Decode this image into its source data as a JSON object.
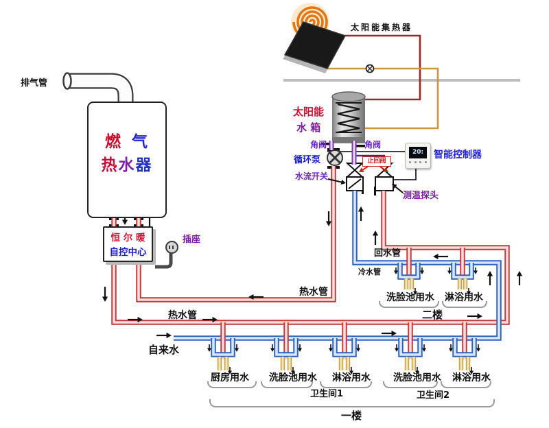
{
  "colors": {
    "hot_pipe": "#c23b3b",
    "cold_pipe": "#2f62b8",
    "faucet_pipe": "#c9a646",
    "valve_pipe": "#7a3f9e",
    "solar_supply": "#a82020",
    "solar_return": "#c8963c",
    "label_red": "#cc1133",
    "label_blue": "#2222cc",
    "label_purple": "#7a1fa0",
    "label_violet": "#6a28c0",
    "roof": "#bdbdbd"
  },
  "labels": {
    "exhaust_pipe": "排气管",
    "solar_collector": "太阳能集热器",
    "tank_line1": "太阳能",
    "tank_line2": "水 箱",
    "angle_valve_left": "角阀",
    "angle_valve_right": "角阀",
    "circulation_pump": "循环泵",
    "check_valve": "止回阀",
    "flow_switch": "水流开关",
    "smart_controller": "智能控制器",
    "temp_probe": "测温探头",
    "socket": "插座",
    "return_pipe": "回水管",
    "cold_pipe": "冷水管",
    "hot_pipe_upper": "热水管",
    "hot_pipe_lower": "热水管",
    "tap_water": "自来水",
    "floor2": "二楼",
    "floor1": "一楼",
    "bathroom1": "卫生间1",
    "bathroom2": "卫生间2"
  },
  "heater": {
    "chars": [
      {
        "ch": "燃",
        "color": "#cc0f2f"
      },
      {
        "ch": "气",
        "color": "#2526c9"
      },
      {
        "ch": "热",
        "color": "#c0103a"
      },
      {
        "ch": "水",
        "color": "#7d1fa8"
      },
      {
        "ch": "器",
        "color": "#2430c4"
      }
    ]
  },
  "control_center": {
    "line1": "恒 尔 暖",
    "line2": "自控中心",
    "line1_color": "#cc1133",
    "line2_color": "#2222cc"
  },
  "controller": {
    "display": "20:"
  },
  "floor1_fixtures": [
    "厨房用水",
    "洗脸池用水",
    "淋浴用水",
    "洗脸池用水",
    "淋浴用水"
  ],
  "floor2_fixtures": [
    "洗脸池用水",
    "淋浴用水"
  ]
}
